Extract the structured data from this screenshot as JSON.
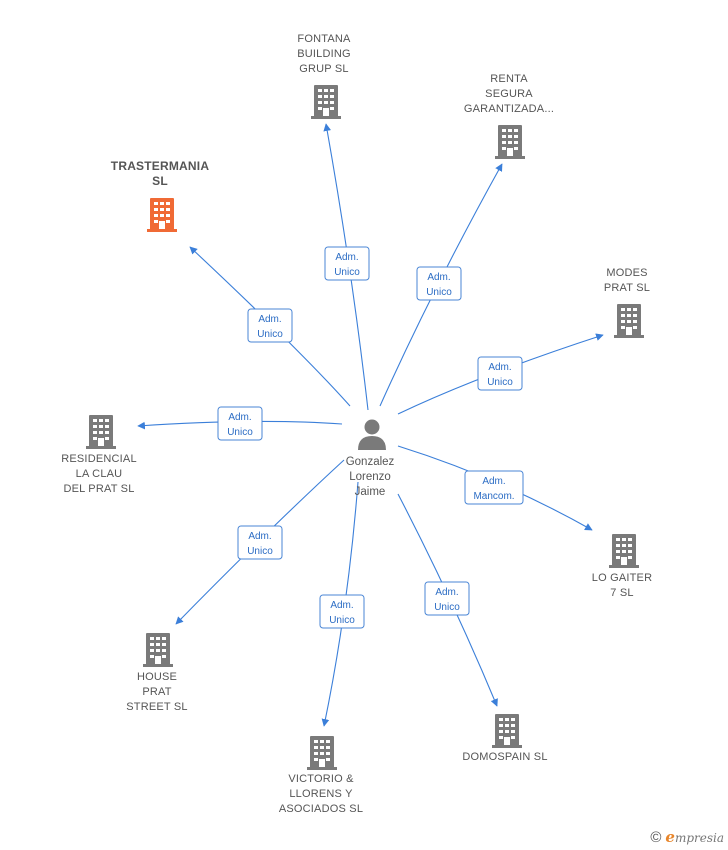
{
  "center": {
    "name_lines": [
      "Gonzalez",
      "Lorenzo",
      "Jaime"
    ],
    "icon": "person-icon"
  },
  "companies": [
    {
      "id": "fontana",
      "lines": [
        "FONTANA",
        "BUILDING",
        "GRUP SL"
      ],
      "role": [
        "Adm.",
        "Unico"
      ],
      "highlight": false
    },
    {
      "id": "renta",
      "lines": [
        "RENTA",
        "SEGURA",
        "GARANTIZADA..."
      ],
      "role": [
        "Adm.",
        "Unico"
      ],
      "highlight": false
    },
    {
      "id": "trastermania",
      "lines": [
        "TRASTERMANIA",
        "SL"
      ],
      "role": [
        "Adm.",
        "Unico"
      ],
      "highlight": true
    },
    {
      "id": "modes",
      "lines": [
        "MODES",
        "PRAT  SL"
      ],
      "role": [
        "Adm.",
        "Unico"
      ],
      "highlight": false
    },
    {
      "id": "residencial",
      "lines": [
        "RESIDENCIAL",
        "LA CLAU",
        "DEL PRAT  SL"
      ],
      "role": [
        "Adm.",
        "Unico"
      ],
      "highlight": false
    },
    {
      "id": "logaiter",
      "lines": [
        "LO GAITER",
        "7  SL"
      ],
      "role": [
        "Adm.",
        "Mancom."
      ],
      "highlight": false
    },
    {
      "id": "house",
      "lines": [
        "HOUSE",
        "PRAT",
        "STREET  SL"
      ],
      "role": [
        "Adm.",
        "Unico"
      ],
      "highlight": false
    },
    {
      "id": "victorio",
      "lines": [
        "VICTORIO &",
        "LLORENS Y",
        "ASOCIADOS SL"
      ],
      "role": [
        "Adm.",
        "Unico"
      ],
      "highlight": false
    },
    {
      "id": "domospain",
      "lines": [
        "DOMOSPAIN SL"
      ],
      "role": [
        "Adm.",
        "Unico"
      ],
      "highlight": false
    }
  ],
  "colors": {
    "building": "#7a7a7a",
    "building_highlight": "#f06a35",
    "edge": "#3b7fd9",
    "person": "#7a7a7a"
  },
  "footer": {
    "copyright_symbol": "©",
    "brand_initial": "e",
    "brand_rest": "mpresia"
  }
}
